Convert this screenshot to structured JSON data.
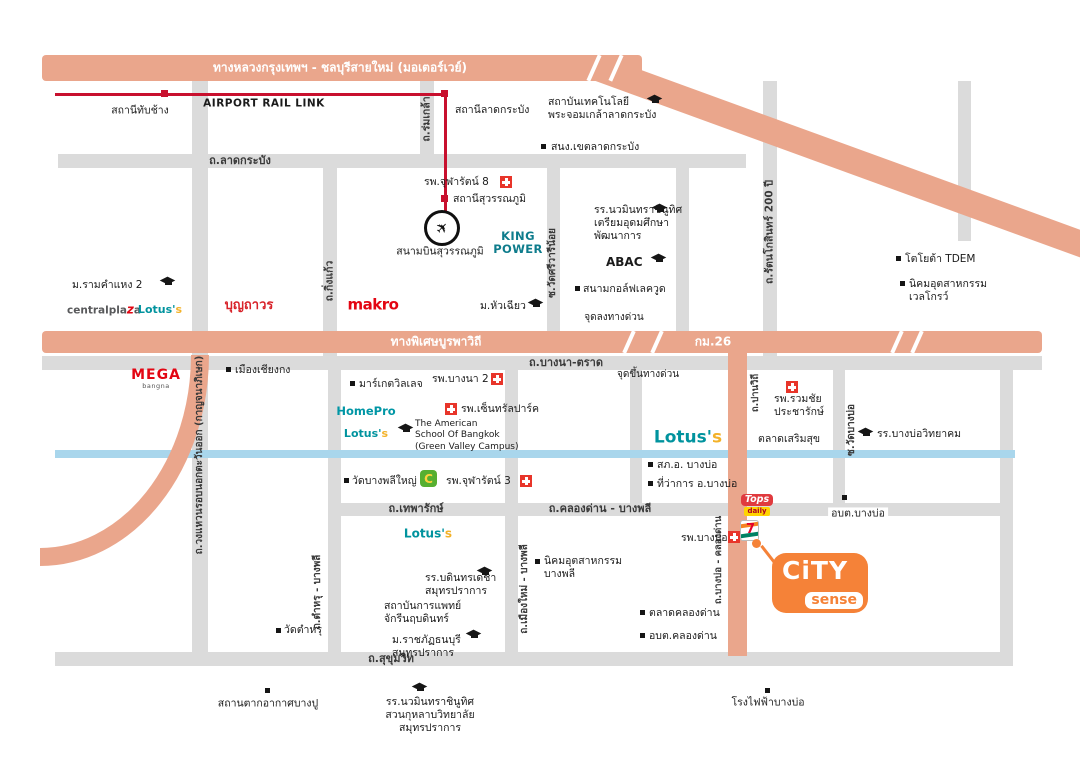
{
  "highways": {
    "motorway_label": "ทางหลวงกรุงเทพฯ - ชลบุรีสายใหม่ (มอเตอร์เวย์)",
    "expressway_label": "ทางพิเศษบูรพาวิถี",
    "km_marker": "กม.26"
  },
  "roads": {
    "romklao": "ถ.ร่มเกล้า",
    "ladkrabang": "ถ.ลาดกระบัง",
    "kingkaew": "ถ.กิ่งแก้ว",
    "soi_wat_sri_waree_noi": "ซ.วัดศรีวารีน้อย",
    "rattanakosin_200_pi": "ถ.รัตนโกสินทร์ 200 ปี",
    "bangna_trad": "ถ.บางนา-ตราด",
    "outer_ring": "ถ.วงแหวนรอบนอกตะวันออก (กาญจนาภิเษก)",
    "thepharak": "ถ.เทพารักษ์",
    "klongdan_bangplee": "ถ.คลองด่าน - บางพลี",
    "tamru_bangplee": "ถ.ตำหรุ - บางพลี",
    "muangmai_bangplee": "ถ.เมืองใหม่ - บางพลี",
    "pan_withi": "ถ.ปานวิถี",
    "bangbo_klongdan": "ถ.บางบ่อ - คลองด่าน",
    "soi_wat_bangbo": "ซ.วัดบางบ่อ",
    "sukhumvit": "ถ.สุขุมวิท"
  },
  "transit": {
    "airport_rail_link": "AIRPORT RAIL LINK",
    "station_tabchang": "สถานีทับช้าง",
    "station_ladkrabang": "สถานีลาดกระบัง",
    "station_suvarnabhumi": "สถานีสุวรรณภูมิ"
  },
  "ramps": {
    "exit": "จุดลงทางด่วน",
    "entrance": "จุดขึ้นทางด่วน"
  },
  "pois": {
    "kmitl": "สถาบันเทคโนโลยี\nพระจอมเกล้าลาดกระบัง",
    "ladkrabang_district_office": "สนง.เขตลาดกระบัง",
    "chularat8_hospital": "รพ.จุฬารัตน์ 8",
    "suvarnabhumi_airport": "สนามบินสุวรรณภูมิ",
    "ramkhamhaeng2": "ม.รามคำแหง 2",
    "boonthavorn": "บุญถาวร",
    "huachiew": "ม.หัวเฉียว",
    "nawamin_triam": "รร.นวมินทราชินูทิศ\nเตรียมอุดมศึกษา\nพัฒนาการ",
    "abac": "ABAC",
    "lakewood_golf": "สนามกอล์ฟเลควูด",
    "toyota_tdem": "โตโยต้า TDEM",
    "wellgrow": "นิคมอุตสาหกรรม\nเวลโกรว์",
    "chiangkong": "เมืองเชียงกง",
    "market_village": "มาร์เกตวิลเลจ",
    "bangna2_hospital": "รพ.บางนา 2",
    "central_park_hospital": "รพ.เซ็นทรัลปาร์ค",
    "american_school": "The American\nSchool Of Bangkok\n(Green Valley Campus)",
    "police_bangbo": "สภ.อ. บางบ่อ",
    "amphoe_bangbo": "ที่ว่าการ อ.บางบ่อ",
    "ruamchai_hospital": "รพ.รวมชัย\nประชารักษ์",
    "sermsuk_market": "ตลาดเสริมสุข",
    "bangbo_wittayakom": "รร.บางบ่อวิทยาคม",
    "abt_bangbo": "อบต.บางบ่อ",
    "wat_bangplee_yai": "วัดบางพลีใหญ่",
    "chularat3_hospital": "รพ.จุฬารัตน์ 3",
    "bodindecha": "รร.บดินทรเดชา\nสมุทรปราการ",
    "chakri_medical": "สถาบันการแพทย์\nจักรีนฤบดินทร์",
    "ratchaphat_thonburi": "ม.ราชภัฏธนบุรี\nสมุทรปราการ",
    "wat_tamru": "วัดตำหรุ",
    "bangplee_industrial": "นิคมอุตสาหกรรม\nบางพลี",
    "klongdan_market": "ตลาดคลองด่าน",
    "abt_klongdan": "อบต.คลองด่าน",
    "bangbo_hospital": "รพ.บางบ่อ",
    "bangpu_resort": "สถานตากอากาศบางปู",
    "nawamin_suankularb": "รร.นวมินทราชินูทิศ\nสวนกุหลาบวิทยาลัย\nสมุทรปราการ",
    "bangbo_power_plant": "โรงไฟฟ้าบางบ่อ"
  },
  "logos": {
    "king_power": "KING\nPOWER",
    "centralplaza_pre": "centralpla",
    "centralplaza_accent": "z",
    "centralplaza_post": "a",
    "lotus_pre": "Lotus'",
    "lotus_accent": "s",
    "makro": "makro",
    "mega": "MEGA",
    "mega_sub": "bangna",
    "homepro": "HomePro",
    "tops": "Tops",
    "tops_sub": "daily",
    "seven_eleven_7": "7",
    "c_store": "C",
    "citysense_line1": "CiTY",
    "citysense_line2": "sense"
  },
  "icons": {
    "plane": "✈"
  },
  "colors": {
    "highway_salmon": "#EAA68C",
    "road_gray": "#DBDBDB",
    "canal_blue": "#A9D6EC",
    "rail_red": "#C8102E",
    "hospital_red": "#E8352A",
    "citysense_orange": "#F58238",
    "lotus_teal": "#00939E",
    "lotus_yellow": "#F3B229"
  }
}
